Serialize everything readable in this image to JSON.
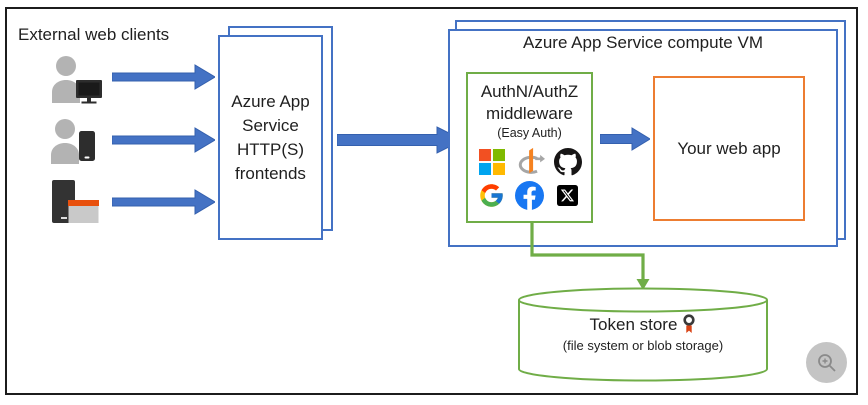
{
  "labels": {
    "external_clients": "External web clients",
    "frontends_lines": [
      "Azure App",
      "Service",
      "HTTP(S)",
      "frontends"
    ],
    "compute_vm_title": "Azure App Service compute VM",
    "middleware_line1": "AuthN/AuthZ",
    "middleware_line2": "middleware",
    "middleware_line3": "(Easy Auth)",
    "web_app": "Your web app",
    "token_store_title": "Token store",
    "token_store_subtitle": "(file system or blob storage)"
  },
  "identity_providers": [
    "Microsoft",
    "OpenID Connect",
    "GitHub",
    "Google",
    "Facebook",
    "X"
  ],
  "clients": [
    "desktop-user",
    "mobile-user",
    "server-device"
  ],
  "colors": {
    "azure_blue": "#4472c4",
    "green": "#70ad47",
    "orange": "#ed7d31",
    "frame_black": "#1c1c1c",
    "person_gray": "#b3b3b3",
    "device_dark": "#2f2f2f",
    "accent_orange_red": "#e8500d",
    "zoom_button_bg": "#c4c4c4"
  }
}
